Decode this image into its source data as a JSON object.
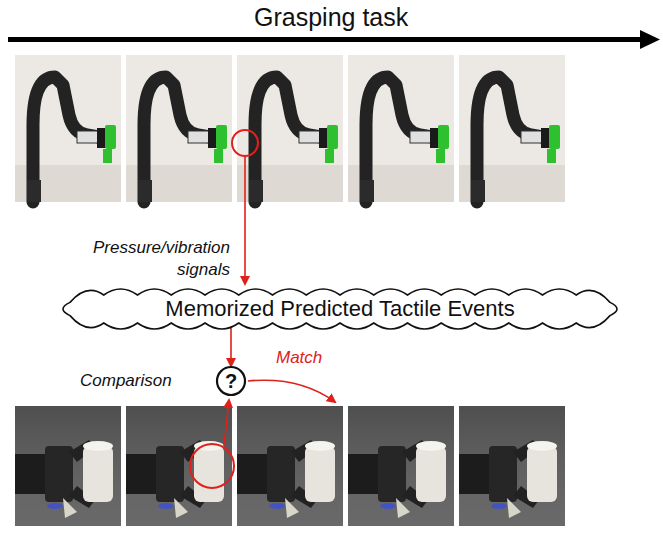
{
  "diagram": {
    "title": "Grasping task",
    "nodes": [
      {
        "text": [
          "Memorized Predicted Tactile Events"
        ]
      },
      {
        "text": [
          "?"
        ]
      }
    ],
    "edges": [
      {
        "from": 0,
        "to": 1,
        "arrow": "to"
      }
    ],
    "labels": [
      "Pressure/vibration signals",
      "Comparison",
      "Match"
    ]
  }
}
